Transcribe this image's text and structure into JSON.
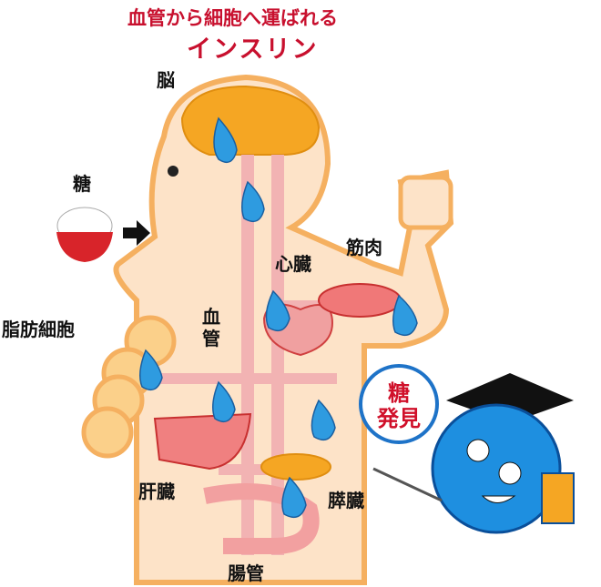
{
  "title": {
    "line1": "血管から細胞へ運ばれる",
    "line2": "インスリン"
  },
  "labels": {
    "brain": "脳",
    "sugar": "糖",
    "heart": "心臓",
    "muscle": "筋肉",
    "vessel_1": "血",
    "vessel_2": "管",
    "fat_cells": "脂肪細胞",
    "liver": "肝臓",
    "pancreas": "膵臓",
    "intestine": "腸管"
  },
  "bubble": {
    "line1": "糖",
    "line2": "発見"
  },
  "colors": {
    "title": "#c8102e",
    "skin": "#fde3c8",
    "outline": "#f5b060",
    "brain": "#f5a623",
    "vessel": "#f2b3b3",
    "insulin": "#2e9be0",
    "mascot": "#1e8fe0"
  }
}
